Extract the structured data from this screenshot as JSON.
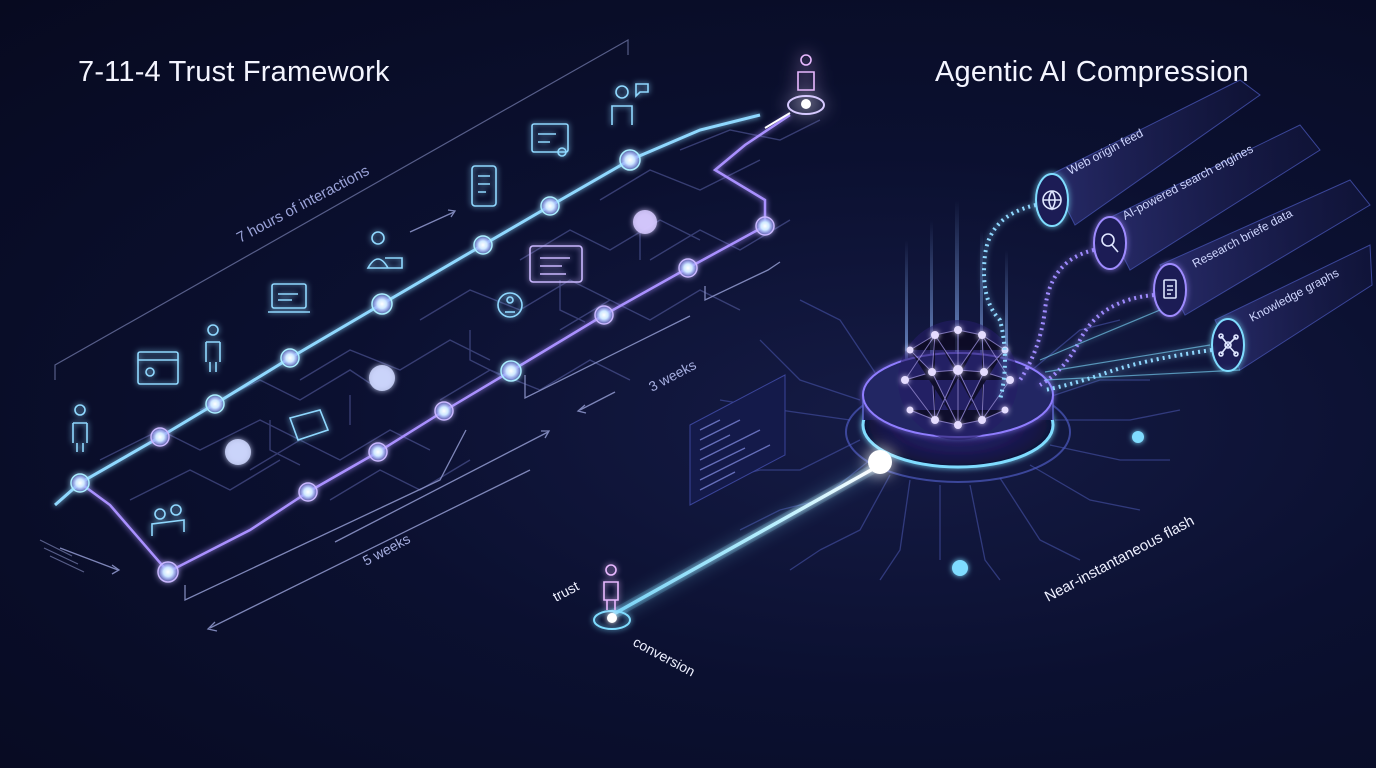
{
  "left_panel": {
    "title": "7-11-4 Trust Framework",
    "span_label": "7 hours of interactions",
    "duration_1": "3 weeks",
    "duration_2": "5 weeks"
  },
  "right_panel": {
    "title": "Agentic AI Compression",
    "sources": [
      {
        "label": "Web origin feed",
        "icon": "globe-icon"
      },
      {
        "label": "AI-powered search engines",
        "icon": "magnifier-icon"
      },
      {
        "label": "Research briefe data",
        "icon": "document-icon"
      },
      {
        "label": "Knowledge graphs",
        "icon": "network-graph-icon"
      }
    ],
    "flash_label": "Near-instantaneous flash",
    "start_label": "trust",
    "end_label": "conversion"
  },
  "colors": {
    "background": "#0a0f2c",
    "cyan": "#7fdcff",
    "violet": "#a78bfa",
    "text": "#eef0ff"
  }
}
